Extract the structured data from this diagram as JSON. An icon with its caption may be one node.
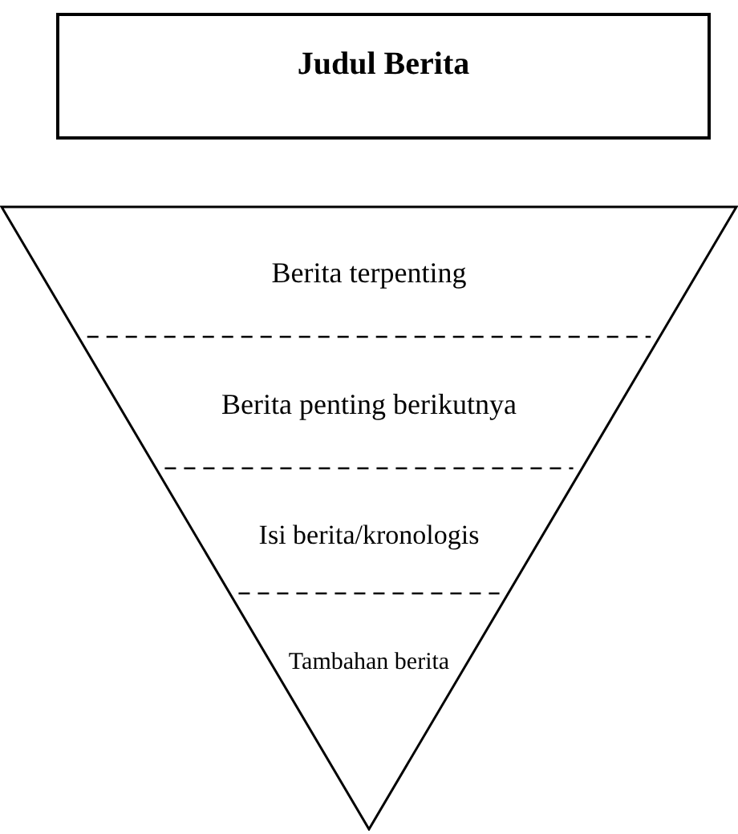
{
  "diagram": {
    "nodes": [
      {
        "text": [
          "Judul Berita"
        ]
      },
      {
        "text": [
          "Berita terpenting",
          "Berita penting berikutnya",
          "Isi berita/kronologis",
          "Tambahan berita"
        ]
      }
    ]
  }
}
